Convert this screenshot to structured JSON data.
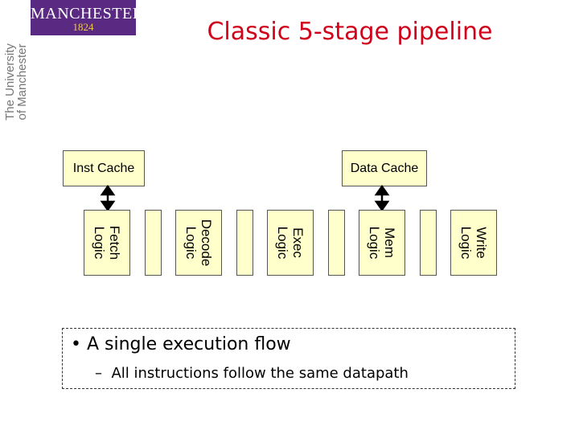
{
  "logo": {
    "name": "MANCHESTER",
    "year": "1824",
    "wordmark": [
      "The University",
      "of Manchester"
    ]
  },
  "title": "Classic 5-stage pipeline",
  "caches": {
    "inst": "Inst Cache",
    "data": "Data Cache"
  },
  "stages": [
    {
      "label": "Fetch Logic"
    },
    {
      "label": "Decode Logic"
    },
    {
      "label": "Exec Logic"
    },
    {
      "label": "Mem Logic"
    },
    {
      "label": "Write Logic"
    }
  ],
  "bullets": {
    "main": "A single execution flow",
    "sub": "All instructions follow the same datapath"
  }
}
